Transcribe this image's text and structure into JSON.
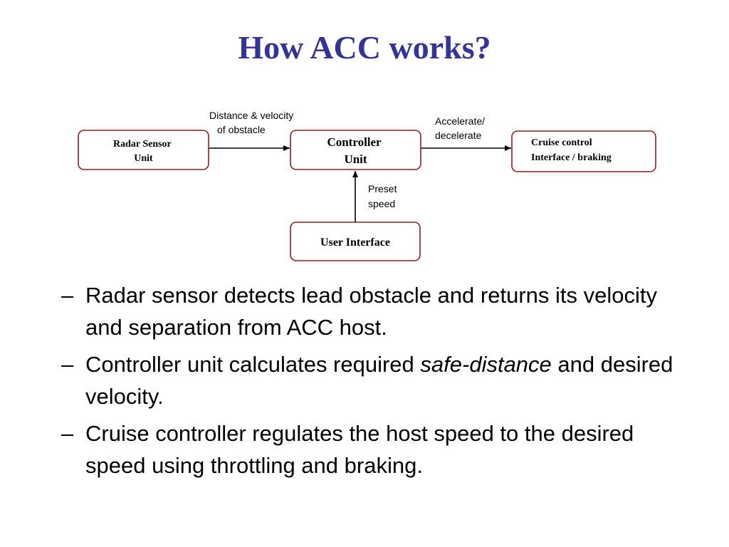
{
  "slide": {
    "title": "How ACC works?"
  },
  "diagram": {
    "nodes": {
      "radar": {
        "lines": [
          "Radar Sensor",
          "Unit"
        ]
      },
      "controller": {
        "lines": [
          "Controller",
          "Unit"
        ]
      },
      "cruise": {
        "lines": [
          "Cruise control",
          "Interface / braking"
        ]
      },
      "user": {
        "lines": [
          "User Interface"
        ]
      }
    },
    "edges": {
      "radar_to_controller": {
        "label_lines": [
          "Distance & velocity",
          "of obstacle"
        ]
      },
      "controller_to_cruise": {
        "label_lines": [
          "Accelerate/",
          "decelerate"
        ]
      },
      "user_to_controller": {
        "label_lines": [
          "Preset",
          "speed"
        ]
      }
    },
    "colors": {
      "box_border": "#9b1c1c",
      "title": "#333399"
    }
  },
  "bullets": {
    "dash": "–",
    "items": [
      {
        "parts": [
          {
            "text": "Radar sensor detects lead obstacle and returns its velocity and separation from ACC host."
          }
        ]
      },
      {
        "parts": [
          {
            "text": "Controller unit calculates required "
          },
          {
            "text": "safe-distance",
            "italic": true
          },
          {
            "text": " and desired velocity."
          }
        ]
      },
      {
        "parts": [
          {
            "text": "Cruise controller regulates the host speed to the desired speed using throttling and braking."
          }
        ]
      }
    ]
  }
}
